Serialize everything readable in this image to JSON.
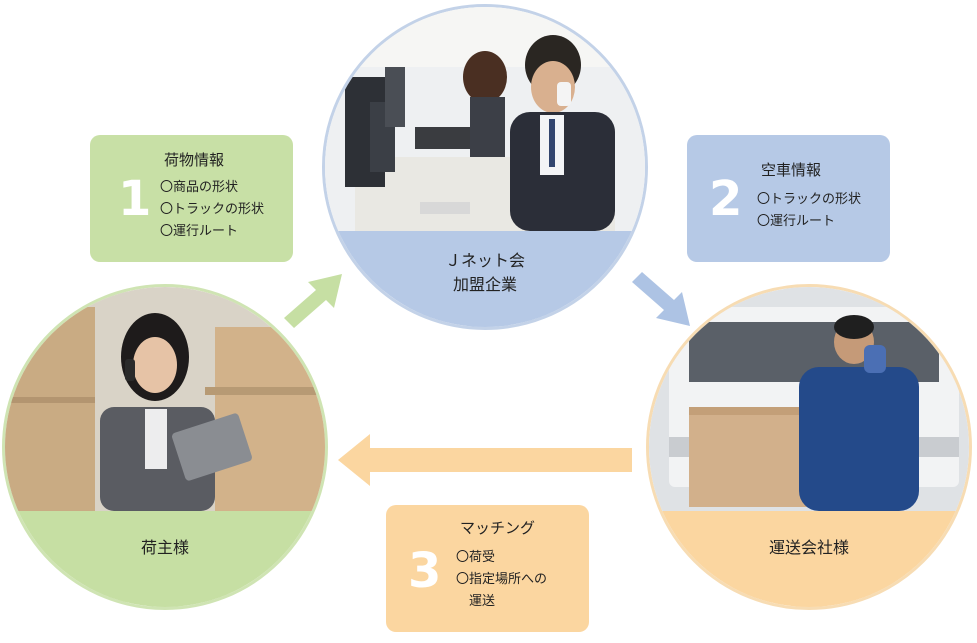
{
  "nodes": {
    "top": {
      "label_line1": "Ｊネット会",
      "label_line2": "加盟企業"
    },
    "left": {
      "label": "荷主様"
    },
    "right": {
      "label": "運送会社様"
    }
  },
  "steps": [
    {
      "number": "1",
      "title": "荷物情報",
      "items": [
        "〇商品の形状",
        "〇トラックの形状",
        "〇運行ルート"
      ]
    },
    {
      "number": "2",
      "title": "空車情報",
      "items": [
        "〇トラックの形状",
        "〇運行ルート"
      ]
    },
    {
      "number": "3",
      "title": "マッチング",
      "items": [
        "〇荷受",
        "〇指定場所への",
        "　運送"
      ]
    }
  ],
  "colors": {
    "green": "#c8e0a6",
    "blue": "#b6c9e6",
    "orange": "#fbd6a0",
    "arrow_green": "#c6dfa3",
    "arrow_blue": "#adc3e4",
    "arrow_orange": "#fbd6a0"
  }
}
